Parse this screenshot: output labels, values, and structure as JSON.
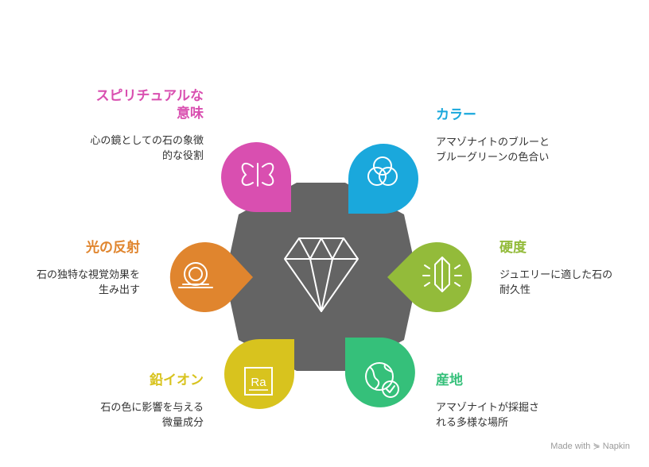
{
  "colors": {
    "spiritual": "#d94fb0",
    "color": "#1aa8dc",
    "light": "#e0852e",
    "hardness": "#93bb3a",
    "lead": "#d8c31e",
    "origin": "#35c07a",
    "center": "#646464"
  },
  "nodes": {
    "spiritual": {
      "title_line1": "スピリチュアルな",
      "title_line2": "意味",
      "desc_line1": "心の鏡としての石の象徴",
      "desc_line2": "的な役割"
    },
    "color": {
      "title": "カラー",
      "desc_line1": "アマゾナイトのブルーと",
      "desc_line2": "ブルーグリーンの色合い"
    },
    "light": {
      "title": "光の反射",
      "desc_line1": "石の独特な視覚効果を",
      "desc_line2": "生み出す"
    },
    "hardness": {
      "title": "硬度",
      "desc_line1": "ジュエリーに適した石の",
      "desc_line2": "耐久性"
    },
    "lead": {
      "title": "鉛イオン",
      "desc_line1": "石の色に影響を与える",
      "desc_line2": "微量成分"
    },
    "origin": {
      "title": "産地",
      "desc_line1": "アマゾナイトが採掘さ",
      "desc_line2": "れる多様な場所"
    }
  },
  "icons": {
    "center": "diamond-icon",
    "spiritual": "butterfly-icon",
    "color": "venn-circles-icon",
    "light": "ring-icon",
    "hardness": "crystal-icon",
    "lead": "element-ra-icon",
    "origin": "globe-check-icon"
  },
  "lead_icon_text": "Ra",
  "brand": "Made with ⋟ Napkin"
}
